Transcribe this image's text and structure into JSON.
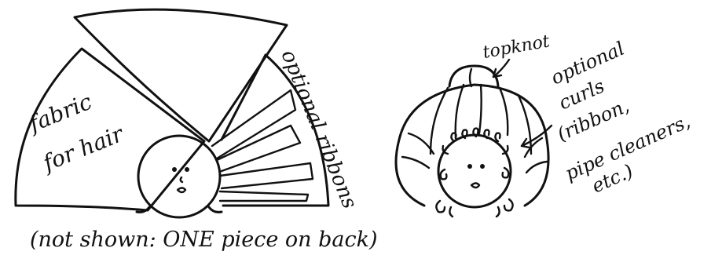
{
  "figure": {
    "left_drawing": {
      "hair_fabric_label_line1": "fabric",
      "hair_fabric_label_line2": "for hair",
      "ribbons_label": "optional ribbons",
      "caption": "(not shown: ONE piece on back)"
    },
    "right_drawing": {
      "topknot_label": "topknot",
      "curls_label_line1": "optional",
      "curls_label_line2": "curls",
      "curls_label_line3": "(ribbon,",
      "curls_label_line4": "pipe cleaners,",
      "curls_label_line5": "etc.)"
    }
  }
}
